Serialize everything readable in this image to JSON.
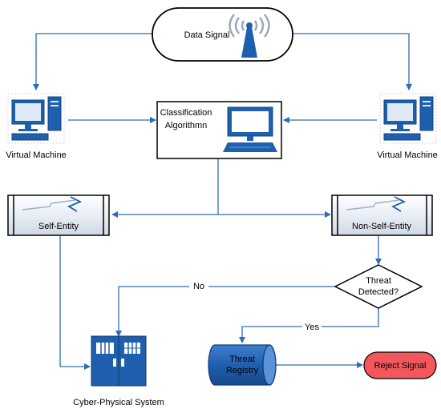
{
  "nodes": {
    "data_signal": "Data Signal",
    "virtual_machine_left": "Virtual Machine",
    "virtual_machine_right": "Virtual Machine",
    "classification_line1": "Classification",
    "classification_line2": "Algorithmn",
    "self_entity": "Self-Entity",
    "non_self_entity": "Non-Self-Entity",
    "threat_line1": "Threat",
    "threat_line2": "Detected?",
    "threat_registry_line1": "Threat",
    "threat_registry_line2": "Registry",
    "reject_signal": "Reject Signal",
    "cyber_physical": "Cyber-Physical System"
  },
  "edges": {
    "no_label": "No",
    "yes_label": "Yes"
  },
  "colors": {
    "line": "#2e6db4",
    "monitor": "#1e5fb0",
    "reject_fill": "#f2585b",
    "registry_fill": "#1f5fae",
    "server_fill": "#1f5fae"
  },
  "icons": {
    "signal": "antenna-icon",
    "computer": "desktop-computer-icon",
    "entity": "lightning-bolt-icon",
    "server": "server-icon"
  }
}
